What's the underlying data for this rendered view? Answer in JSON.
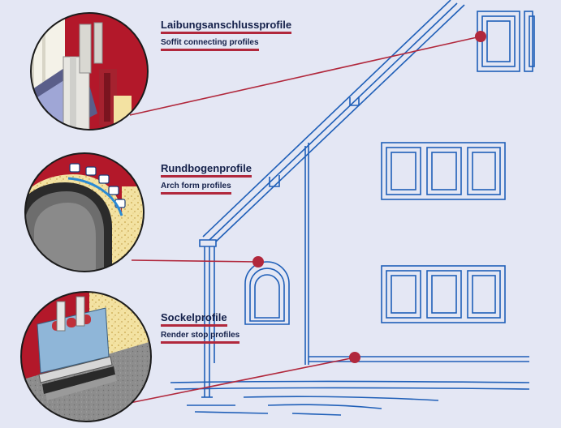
{
  "callouts": [
    {
      "title": "Laibungsanschlussprofile",
      "subtitle": "Soffit connecting profiles"
    },
    {
      "title": "Rundbogenprofile",
      "subtitle": "Arch form profiles"
    },
    {
      "title": "Sockelprofile",
      "subtitle": "Render stop profiles"
    }
  ],
  "colors": {
    "background": "#e4e7f4",
    "blueprint": "#1f5fb8",
    "callout_red": "#b1283c",
    "wall_red": "#b3182a",
    "text": "#14204a"
  }
}
